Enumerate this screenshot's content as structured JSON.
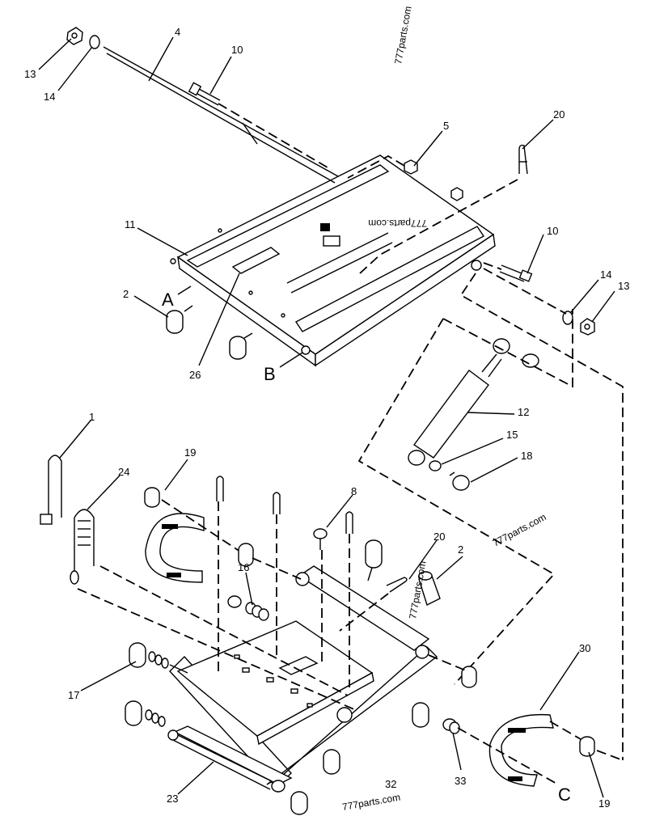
{
  "diagram": {
    "callouts": [
      "13",
      "14",
      "4",
      "10",
      "5",
      "20",
      "11",
      "2",
      "A",
      "26",
      "B",
      "10",
      "14",
      "13",
      "12",
      "15",
      "18",
      "1",
      "24",
      "19",
      "8",
      "16",
      "20",
      "2",
      "17",
      "30",
      "23",
      "32",
      "33",
      "19",
      "C"
    ],
    "watermarks": [
      "777parts.com",
      "777parts.com",
      "777parts.com",
      "777parts.com",
      "777parts.com"
    ]
  }
}
